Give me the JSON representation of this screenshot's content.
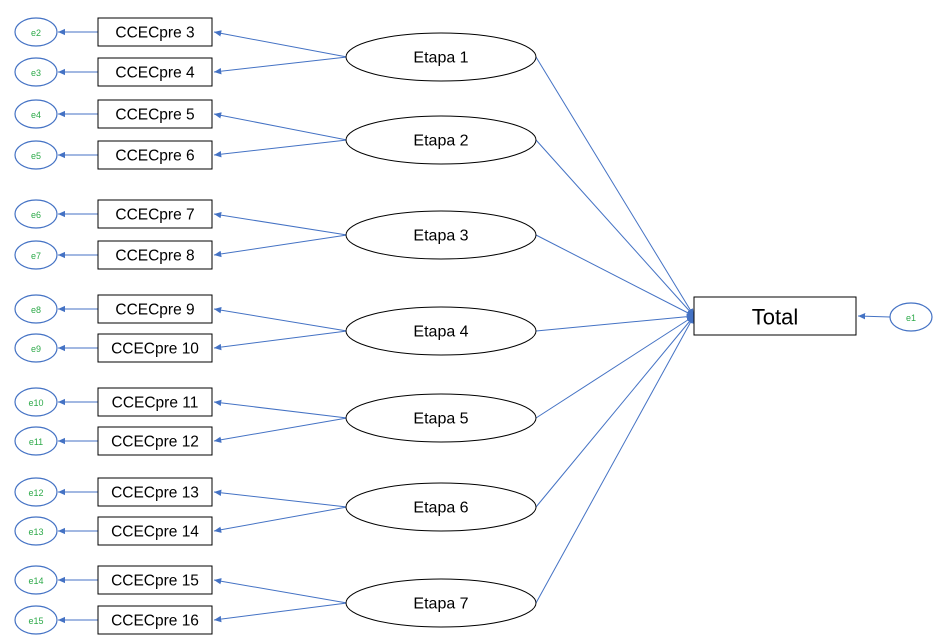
{
  "diagram": {
    "total_label": "Total",
    "total_error": "e1",
    "stages": [
      {
        "label": "Etapa 1",
        "items": [
          {
            "label": "CCECpre 3",
            "error": "e2"
          },
          {
            "label": "CCECpre 4",
            "error": "e3"
          }
        ]
      },
      {
        "label": "Etapa 2",
        "items": [
          {
            "label": "CCECpre 5",
            "error": "e4"
          },
          {
            "label": "CCECpre 6",
            "error": "e5"
          }
        ]
      },
      {
        "label": "Etapa 3",
        "items": [
          {
            "label": "CCECpre 7",
            "error": "e6"
          },
          {
            "label": "CCECpre 8",
            "error": "e7"
          }
        ]
      },
      {
        "label": "Etapa 4",
        "items": [
          {
            "label": "CCECpre 9",
            "error": "e8"
          },
          {
            "label": "CCECpre 10",
            "error": "e9"
          }
        ]
      },
      {
        "label": "Etapa 5",
        "items": [
          {
            "label": "CCECpre 11",
            "error": "e10"
          },
          {
            "label": "CCECpre 12",
            "error": "e11"
          }
        ]
      },
      {
        "label": "Etapa 6",
        "items": [
          {
            "label": "CCECpre 13",
            "error": "e12"
          },
          {
            "label": "CCECpre 14",
            "error": "e13"
          }
        ]
      },
      {
        "label": "Etapa 7",
        "items": [
          {
            "label": "CCECpre 15",
            "error": "e14"
          },
          {
            "label": "CCECpre 16",
            "error": "e15"
          }
        ]
      }
    ]
  }
}
